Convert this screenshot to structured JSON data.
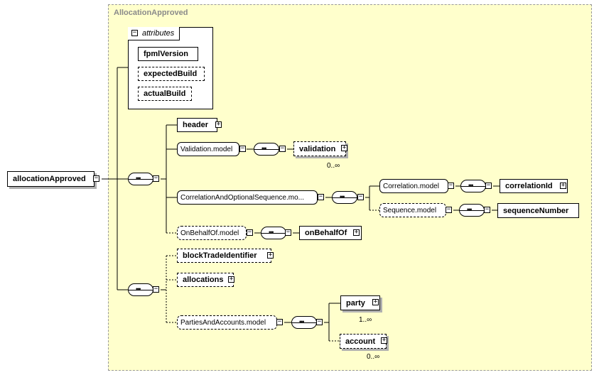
{
  "diagram": {
    "frame_title": "AllocationApproved",
    "root": {
      "label": "allocationApproved"
    },
    "attributes": {
      "title": "attributes",
      "items": [
        {
          "label": "fpmlVersion",
          "optional": false
        },
        {
          "label": "expectedBuild",
          "optional": true
        },
        {
          "label": "actualBuild",
          "optional": true
        }
      ]
    },
    "nodes": {
      "header": "header",
      "validation_model": "Validation.model",
      "validation": "validation",
      "validation_card": "0..∞",
      "correlation_seq_model": "CorrelationAndOptionalSequence.mo...",
      "correlation_model": "Correlation.model",
      "correlation_id": "correlationId",
      "sequence_model": "Sequence.model",
      "sequence_number": "sequenceNumber",
      "on_behalf_of_model": "OnBehalfOf.model",
      "on_behalf_of": "onBehalfOf",
      "block_trade_identifier": "blockTradeIdentifier",
      "allocations": "allocations",
      "parties_accounts_model": "PartiesAndAccounts.model",
      "party": "party",
      "party_card": "1..∞",
      "account": "account",
      "account_card": "0..∞"
    },
    "icons": {
      "collapse": "−",
      "expand": "+",
      "sequence": "•••"
    }
  }
}
